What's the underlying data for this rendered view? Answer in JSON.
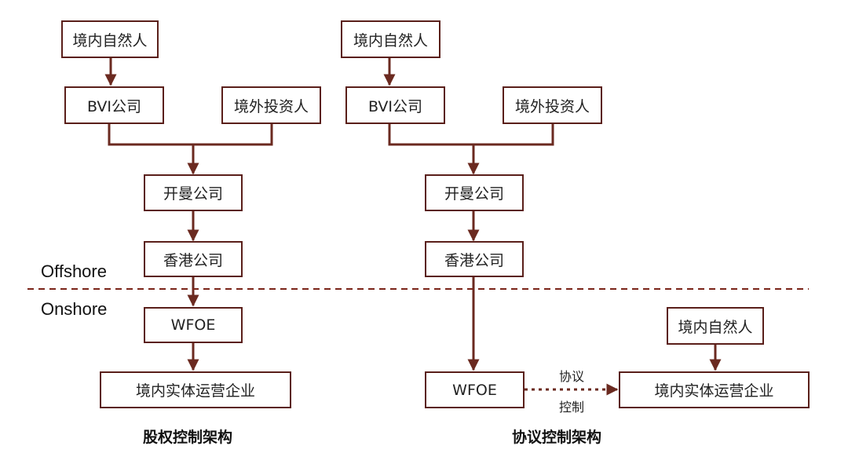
{
  "colors": {
    "line": "#6b2a20",
    "box_border": "#5a1f1a"
  },
  "regions": {
    "offshore": "Offshore",
    "onshore": "Onshore"
  },
  "equity": {
    "person": "境内自然人",
    "bvi": "BVI公司",
    "investor": "境外投资人",
    "cayman": "开曼公司",
    "hk": "香港公司",
    "wfoe": "WFOE",
    "operating": "境内实体运营企业",
    "caption": "股权控制架构"
  },
  "vie": {
    "person": "境内自然人",
    "bvi": "BVI公司",
    "investor": "境外投资人",
    "cayman": "开曼公司",
    "hk": "香港公司",
    "wfoe": "WFOE",
    "person2": "境内自然人",
    "operating": "境内实体运营企业",
    "agreement_top": "协议",
    "agreement_bottom": "控制",
    "caption": "协议控制架构"
  }
}
